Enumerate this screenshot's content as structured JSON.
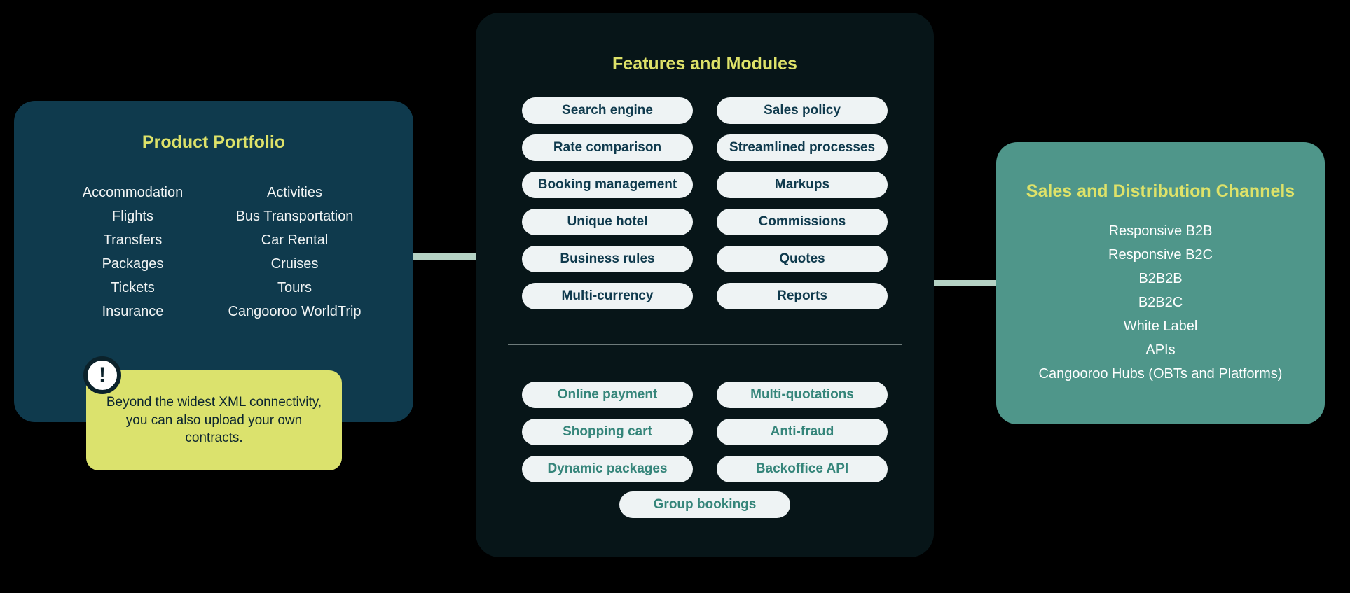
{
  "left_panel": {
    "title": "Product Portfolio",
    "column1": [
      "Accommodation",
      "Flights",
      "Transfers",
      "Packages",
      "Tickets",
      "Insurance"
    ],
    "column2": [
      "Activities",
      "Bus Transportation",
      "Car Rental",
      "Cruises",
      "Tours",
      "Cangooroo WorldTrip"
    ],
    "callout": {
      "icon_glyph": "!",
      "text": "Beyond the widest XML connectivity, you can also upload your own contracts."
    }
  },
  "center_panel": {
    "title": "Features and Modules",
    "primary_pills": {
      "col1": [
        "Search engine",
        "Rate comparison",
        "Booking management",
        "Unique hotel",
        "Business rules",
        "Multi-currency"
      ],
      "col2": [
        "Sales policy",
        "Streamlined processes",
        "Markups",
        "Commissions",
        "Quotes",
        "Reports"
      ]
    },
    "secondary_pills": {
      "col1": [
        "Online payment",
        "Shopping cart",
        "Dynamic packages"
      ],
      "col2": [
        "Multi-quotations",
        "Anti-fraud",
        "Backoffice API"
      ],
      "centered": "Group bookings"
    }
  },
  "right_panel": {
    "title": "Sales and Distribution Channels",
    "items": [
      "Responsive B2B",
      "Responsive B2C",
      "B2B2B",
      "B2B2C",
      "White Label",
      "APIs",
      "Cangooroo Hubs (OBTs and Platforms)"
    ]
  },
  "colors": {
    "accent_yellow": "#dee269",
    "left_panel_bg": "#0f3a4d",
    "center_panel_bg": "#071518",
    "right_panel_bg": "#4f968a",
    "pill_bg": "#eef3f4",
    "pill_text_dark": "#0f3a4d",
    "pill_text_teal": "#35857a",
    "callout_bg": "#dbe26d",
    "connector": "#b5d2c4"
  }
}
